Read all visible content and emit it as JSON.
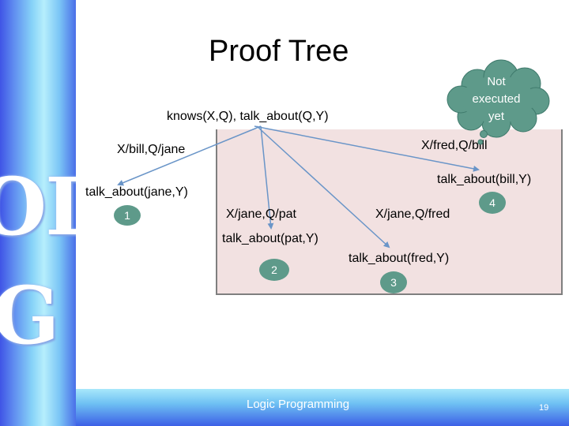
{
  "slide": {
    "title": "Proof Tree",
    "footer": "Logic Programming",
    "page_number": "19",
    "watermark_text": [
      "OLO",
      "G"
    ]
  },
  "tree": {
    "root": "knows(X,Q), talk_about(Q,Y)",
    "bindings": {
      "bill_jane": "X/bill,Q/jane",
      "fred_bill": "X/fred,Q/bill",
      "jane_pat": "X/jane,Q/pat",
      "jane_fred": "X/jane,Q/fred"
    },
    "goals": {
      "jane": "talk_about(jane,Y)",
      "bill": "talk_about(bill,Y)",
      "pat": "talk_about(pat,Y)",
      "fred": "talk_about(fred,Y)"
    },
    "order_markers": [
      "1",
      "2",
      "3",
      "4"
    ]
  },
  "callout": {
    "lines": [
      "Not",
      "executed",
      "yet"
    ]
  },
  "colors": {
    "panel": "#f2e1e1",
    "marker": "#5e9a8a",
    "branch": "#6a95c8",
    "callout": "#5e9a8a"
  }
}
